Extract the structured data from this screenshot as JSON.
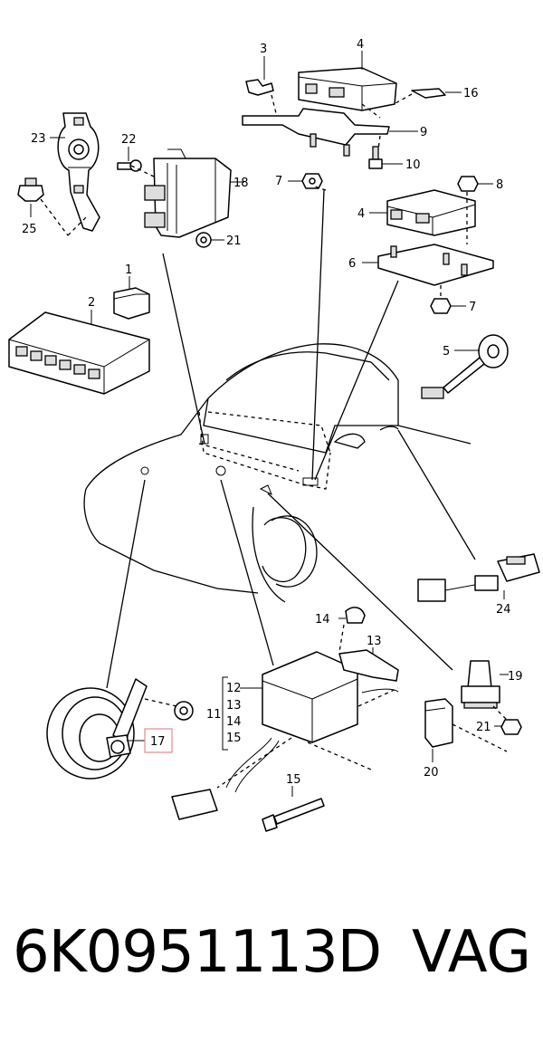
{
  "callouts": [
    "1",
    "2",
    "3",
    "4",
    "4",
    "5",
    "6",
    "7",
    "7",
    "8",
    "9",
    "10",
    "11",
    "12",
    "13",
    "13",
    "14",
    "14",
    "15",
    "15",
    "16",
    "17",
    "18",
    "19",
    "20",
    "21",
    "21",
    "22",
    "23",
    "24",
    "25"
  ],
  "footer": {
    "part_number": "6K0951113D",
    "brand": "VAG"
  },
  "colors": {
    "line": "#000000",
    "highlight_box": "#e38c8c",
    "background": "#ffffff"
  }
}
